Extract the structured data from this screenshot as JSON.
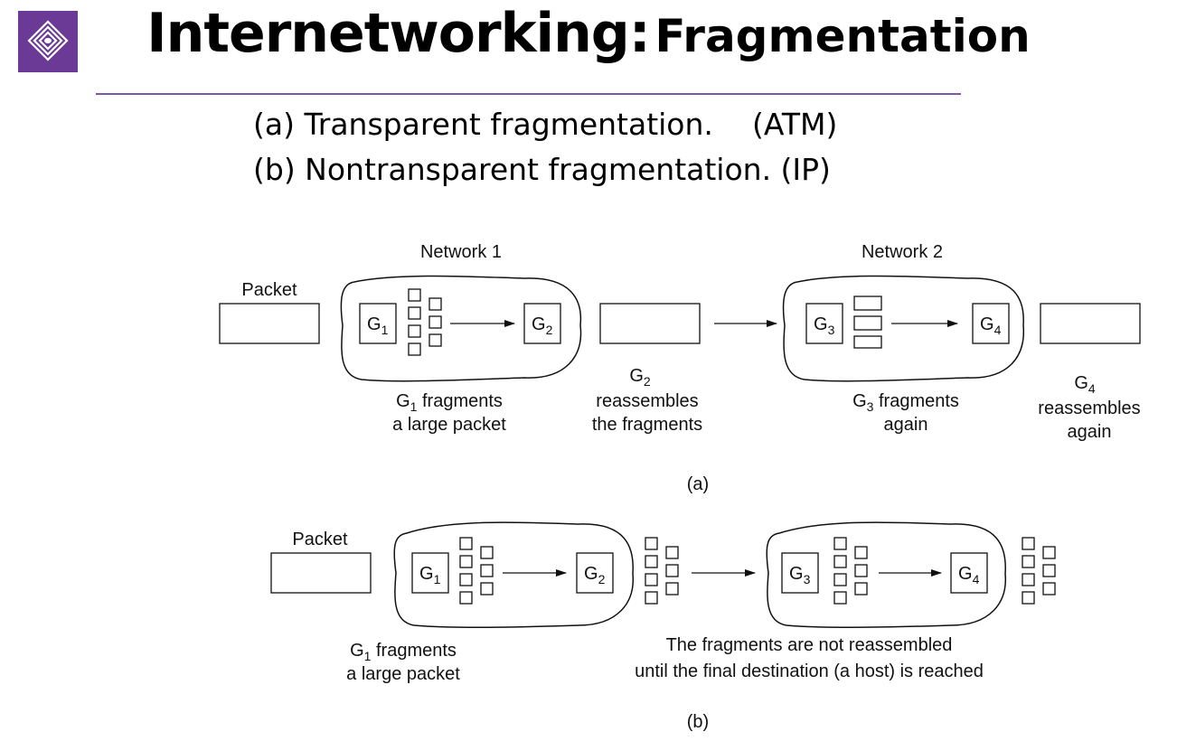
{
  "header": {
    "title_main": "Internetworking:",
    "title_sub": "Fragmentation",
    "logo_icon": "diamond-layers-icon",
    "brand_color": "#6a3a96"
  },
  "subtitles": [
    {
      "text": "(a) Transparent fragmentation.",
      "note": "(ATM)"
    },
    {
      "text": "(b) Nontransparent fragmentation. (IP)",
      "note": ""
    }
  ],
  "diagram_a": {
    "network1": "Network 1",
    "network2": "Network 2",
    "packet": "Packet",
    "gateways": [
      "1",
      "2",
      "3",
      "4"
    ],
    "g_letter": "G",
    "g1_caption": [
      " fragments",
      "a large packet"
    ],
    "g2_caption": [
      "reassembles",
      "the fragments"
    ],
    "g3_caption": [
      " fragments",
      "again"
    ],
    "g4_caption": [
      "reassembles",
      "again"
    ],
    "label": "(a)"
  },
  "diagram_b": {
    "packet": "Packet",
    "g1_caption": [
      " fragments",
      "a large packet"
    ],
    "caption": [
      "The fragments are not reassembled",
      "until the final destination (a host) is reached"
    ],
    "label": "(b)"
  }
}
